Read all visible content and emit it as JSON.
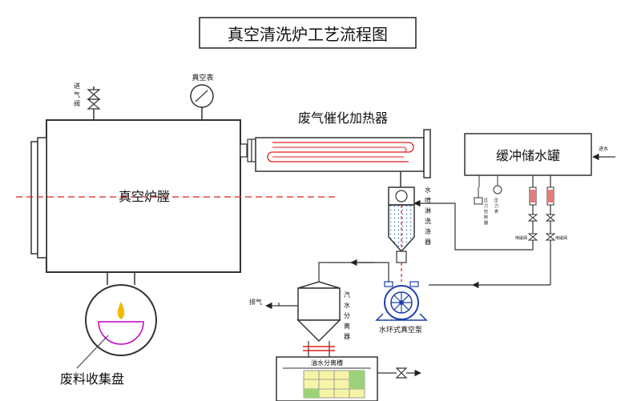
{
  "title": "真空清洗炉工艺流程图",
  "labels": {
    "furnace": "真空炉膛",
    "heater": "废气催化加热器",
    "buffer_tank": "缓冲储水罐",
    "tray": "废料收集盘",
    "vacuum_gauge": "真空表",
    "intake_valve": [
      "进",
      "气",
      "阀"
    ],
    "spray_washer": [
      "水",
      "喷",
      "淋",
      "洗",
      "涤",
      "器"
    ],
    "vapor_sep": [
      "汽",
      "水",
      "分",
      "离",
      "器"
    ],
    "pump": "水环式真空泵",
    "exhaust": "排气",
    "oil_water_tank": "油水分离槽",
    "water_in": "进水",
    "gauge_small_1": [
      "压",
      "力",
      "控",
      "制",
      "器"
    ],
    "gauge_small_2": [
      "压",
      "力",
      "表"
    ],
    "solenoid_1": "电磁阀",
    "solenoid_2": "电磁阀"
  },
  "colors": {
    "line": "#333333",
    "dash_red": "#e0201c",
    "pump_blue": "#1c3fa8",
    "tank_dots": "#2b6fc9",
    "flame": "#f2b800",
    "tray_arc": "#c000c0",
    "cell_fill": "#f7f4a8",
    "cell_fill_green": "#9bd27a"
  }
}
